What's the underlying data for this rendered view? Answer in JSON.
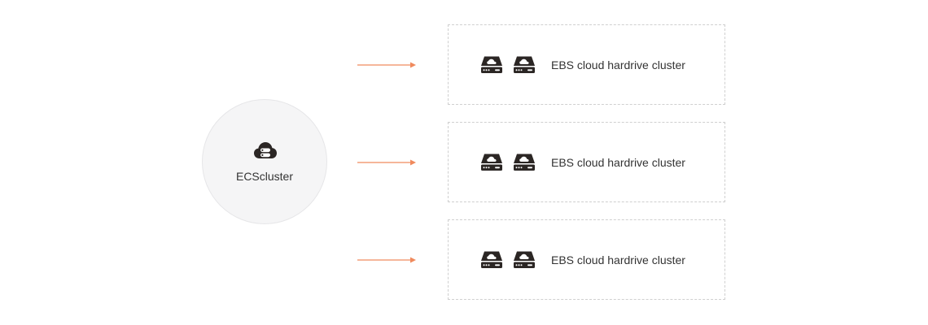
{
  "ecs": {
    "label": "ECScluster",
    "icon": "cloud-server-icon"
  },
  "ebs_clusters": [
    {
      "label": "EBS cloud hardrive cluster",
      "icons": [
        "cloud-drive-icon",
        "cloud-drive-icon"
      ]
    },
    {
      "label": "EBS cloud hardrive cluster",
      "icons": [
        "cloud-drive-icon",
        "cloud-drive-icon"
      ]
    },
    {
      "label": "EBS cloud hardrive cluster",
      "icons": [
        "cloud-drive-icon",
        "cloud-drive-icon"
      ]
    }
  ],
  "colors": {
    "arrow": "#f08a5d",
    "icon": "#2b2624",
    "node_fill": "#f5f5f6",
    "box_border": "#cfcfcf"
  }
}
